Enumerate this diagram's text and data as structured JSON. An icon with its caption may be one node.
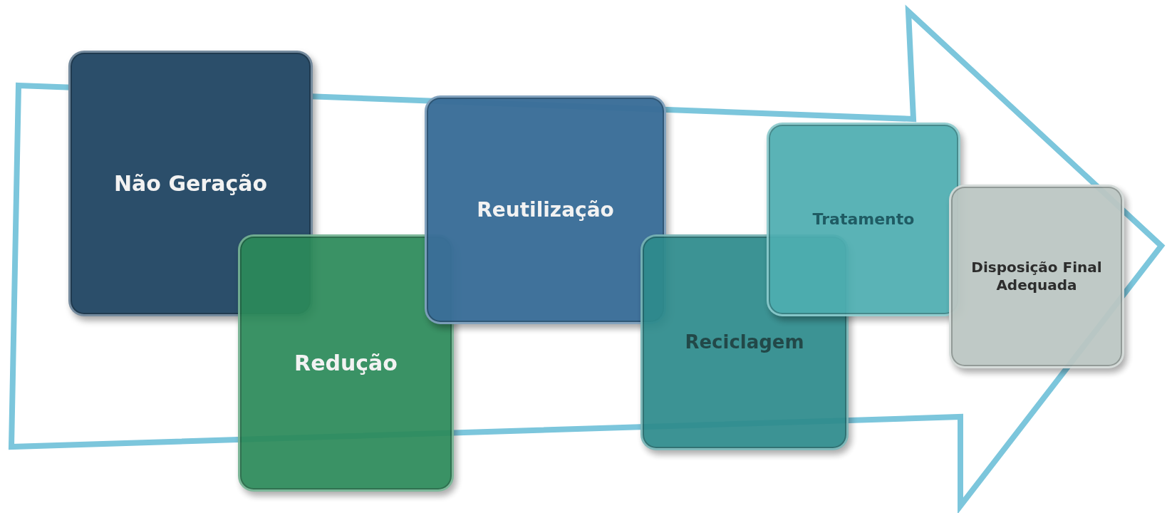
{
  "diagram": {
    "nodes": [
      {
        "text": [
          "Não Geração"
        ]
      },
      {
        "text": [
          "Redução"
        ]
      },
      {
        "text": [
          "Reutilização"
        ]
      },
      {
        "text": [
          "Reciclagem"
        ]
      },
      {
        "text": [
          "Tratamento"
        ]
      },
      {
        "text": [
          "**Disposição** Final Adequada"
        ]
      }
    ]
  }
}
